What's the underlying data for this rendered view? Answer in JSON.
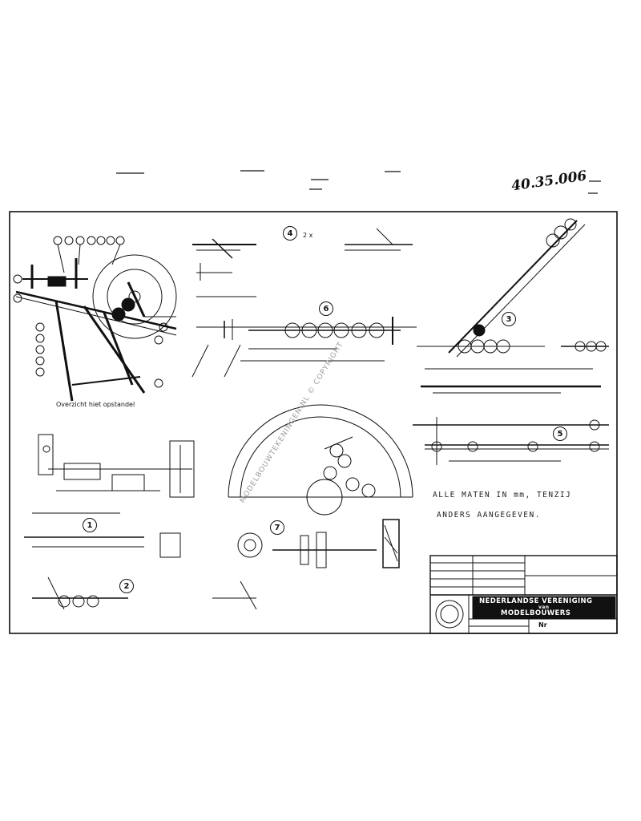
{
  "drawing": {
    "reference_code": "40.35.006",
    "notes_line1": "ALLE MATEN IN mm, TENZIJ",
    "notes_line2": "ANDERS AANGEGEVEN.",
    "overview_caption": "Overzicht hiet opstandel",
    "detail_2x": "2 x",
    "watermark": "MODELBOUWTEKENINGEN.NL © COPYRIGHT",
    "detail_numbers": [
      "1",
      "2",
      "3",
      "4",
      "5",
      "6",
      "7"
    ]
  },
  "title_block": {
    "org_line1": "NEDERLANDSE VERENIGING",
    "org_of": "van",
    "org_line2": "MODELBOUWERS",
    "sheet_prefix": "Nr"
  },
  "colors": {
    "ink": "#111111",
    "paper": "#ffffff",
    "watermark": "#9a9a9a"
  }
}
